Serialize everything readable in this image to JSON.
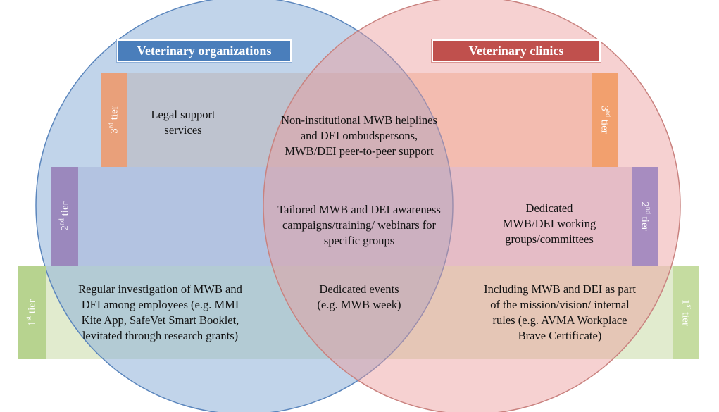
{
  "titles": {
    "organizations": "Veterinary organizations",
    "clinics": "Veterinary clinics"
  },
  "tiers": {
    "tier1": {
      "num": "1",
      "suffix": "st",
      "word": "tier"
    },
    "tier2": {
      "num": "2",
      "suffix": "nd",
      "word": "tier"
    },
    "tier3": {
      "num": "3",
      "suffix": "rd",
      "word": "tier"
    }
  },
  "tier3": {
    "organizations": "Legal support\nservices",
    "shared": "Non-institutional MWB helplines\nand DEI ombudspersons,\nMWB/DEI peer-to-peer support"
  },
  "tier2": {
    "shared": "Tailored MWB and DEI awareness\ncampaigns/training/ webinars for\nspecific groups",
    "clinics": "Dedicated\nMWB/DEI working\ngroups/committees"
  },
  "tier1": {
    "organizations": "Regular investigation of MWB and\nDEI among employees (e.g. MMI\nKite App, SafeVet Smart Booklet,\nlevitated through research grants)",
    "shared": "Dedicated events\n(e.g. MWB week)",
    "clinics": "Including MWB and DEI as part\nof the mission/vision/ internal\nrules (e.g. AVMA Workplace\nBrave Certificate)"
  },
  "colors": {
    "org_circle": "#b8cce4",
    "clinic_circle": "#f2c4c4",
    "tier1_tab": "#b7d38f",
    "tier2_tab": "#9b88bd",
    "tier3_tab": "#e9a07a",
    "org_title": "#4a7ebb",
    "clinic_title": "#c0504d"
  }
}
